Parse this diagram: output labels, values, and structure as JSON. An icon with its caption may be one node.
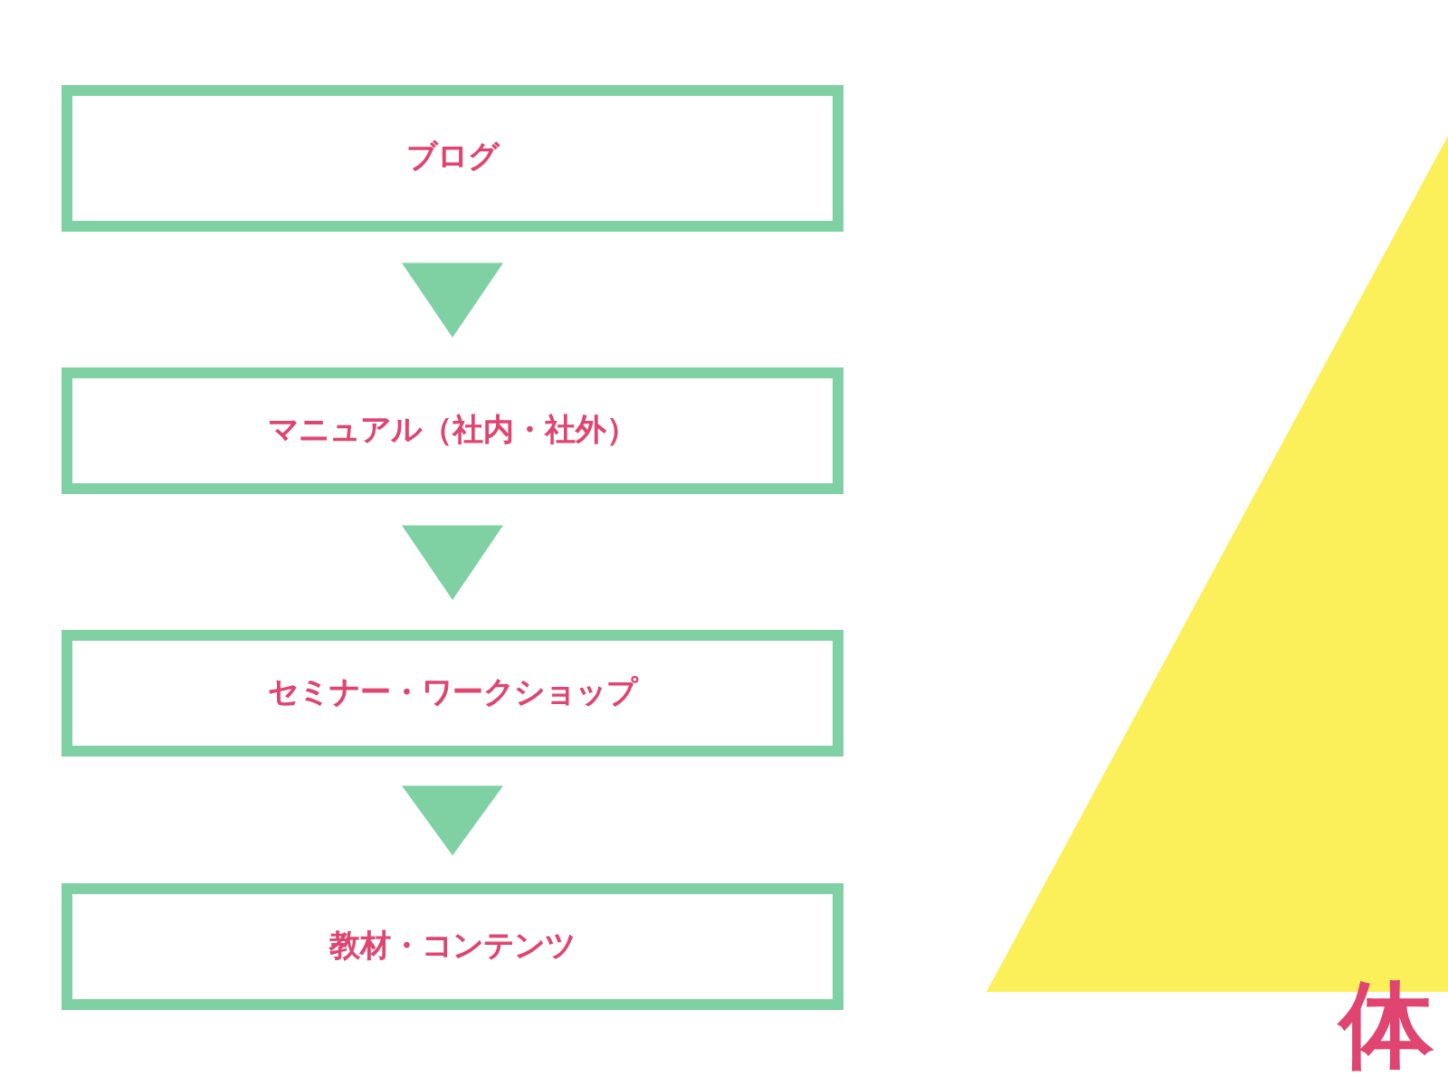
{
  "diagram": {
    "nodes": [
      {
        "text": [
          "ブログ"
        ]
      },
      {
        "text": [
          "マニュアル（社内・社外）"
        ]
      },
      {
        "text": [
          "セミナー・ワークショップ"
        ]
      },
      {
        "text": [
          "教材・コンテンツ"
        ]
      }
    ],
    "edges": [
      {
        "from": 0,
        "to": 1,
        "arrow": "to"
      },
      {
        "from": 1,
        "to": 2,
        "arrow": "to"
      },
      {
        "from": 2,
        "to": 3,
        "arrow": "to"
      }
    ],
    "labels": [
      "体"
    ]
  }
}
